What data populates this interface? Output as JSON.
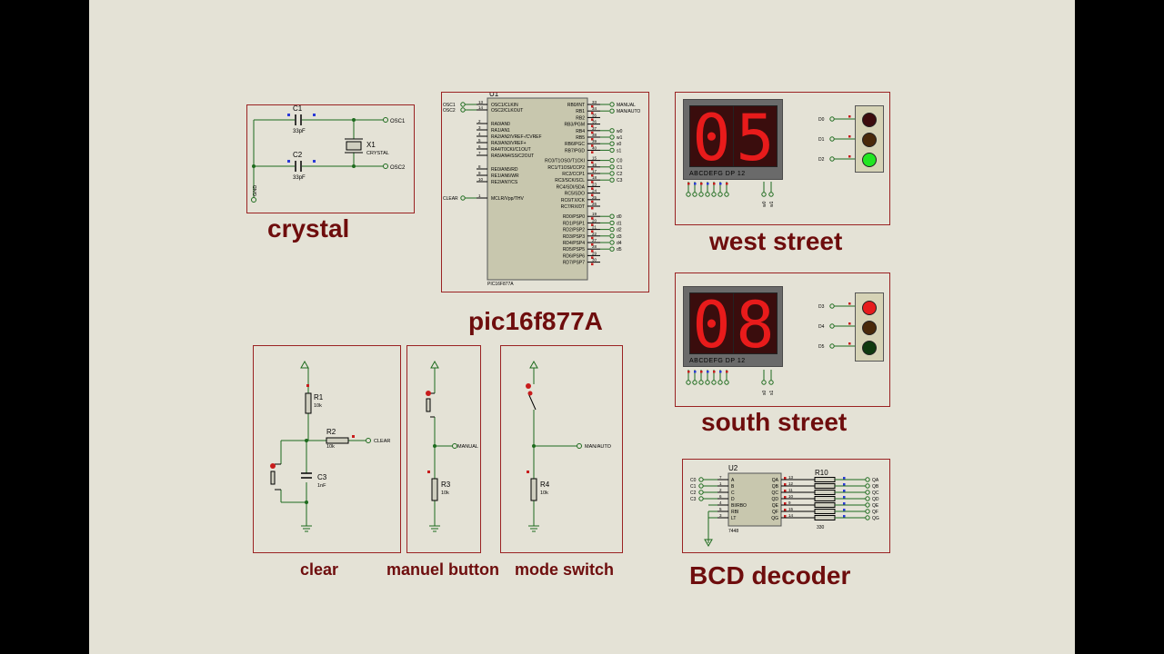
{
  "labels": {
    "crystal": "crystal",
    "pic": "pic16f877A",
    "west": "west street",
    "south": "south street",
    "clear": "clear",
    "manuel": "manuel button",
    "mode": "mode switch",
    "bcd": "BCD decoder"
  },
  "crystal": {
    "c1": "C1",
    "c1_val": "33pF",
    "c2": "C2",
    "c2_val": "33pF",
    "x1": "X1",
    "x1_type": "CRYSTAL",
    "osc1": "OSC1",
    "osc2": "OSC2",
    "gnd": "GND"
  },
  "mcu": {
    "ref": "U1",
    "part": "PIC16F877A",
    "left_pins": [
      {
        "num": "13",
        "name": "OSC1/CLKIN",
        "net": "OSC1"
      },
      {
        "num": "14",
        "name": "OSC2/CLKOUT",
        "net": "OSC2"
      },
      {
        "num": "2",
        "name": "RA0/AN0",
        "net": ""
      },
      {
        "num": "3",
        "name": "RA1/AN1",
        "net": ""
      },
      {
        "num": "4",
        "name": "RA2/AN2/VREF-/CVREF",
        "net": ""
      },
      {
        "num": "5",
        "name": "RA3/AN3/VREF+",
        "net": ""
      },
      {
        "num": "6",
        "name": "RA4/T0CKI/C1OUT",
        "net": ""
      },
      {
        "num": "7",
        "name": "RA5/AN4/SS/C2OUT",
        "net": ""
      },
      {
        "num": "8",
        "name": "RE0/AN5/RD",
        "net": ""
      },
      {
        "num": "9",
        "name": "RE1/AN6/WR",
        "net": ""
      },
      {
        "num": "10",
        "name": "RE2/AN7/CS",
        "net": ""
      },
      {
        "num": "1",
        "name": "MCLR/Vpp/THV",
        "net": "CLEAR"
      }
    ],
    "right_pins": [
      {
        "num": "33",
        "name": "RB0/INT",
        "net": "MANUAL"
      },
      {
        "num": "34",
        "name": "RB1",
        "net": "MAN/AUTO"
      },
      {
        "num": "35",
        "name": "RB2",
        "net": ""
      },
      {
        "num": "36",
        "name": "RB3/PGM",
        "net": ""
      },
      {
        "num": "37",
        "name": "RB4",
        "net": "w0"
      },
      {
        "num": "38",
        "name": "RB5",
        "net": "w1"
      },
      {
        "num": "39",
        "name": "RB6/PGC",
        "net": "s0"
      },
      {
        "num": "40",
        "name": "RB7/PGD",
        "net": "s1"
      },
      {
        "num": "15",
        "name": "RC0/T1OSO/T1CKI",
        "net": "C0"
      },
      {
        "num": "16",
        "name": "RC1/T1OSI/CCP2",
        "net": "C1"
      },
      {
        "num": "17",
        "name": "RC2/CCP1",
        "net": "C2"
      },
      {
        "num": "18",
        "name": "RC3/SCK/SCL",
        "net": "C3"
      },
      {
        "num": "23",
        "name": "RC4/SDI/SDA",
        "net": ""
      },
      {
        "num": "24",
        "name": "RC5/SDO",
        "net": ""
      },
      {
        "num": "25",
        "name": "RC6/TX/CK",
        "net": ""
      },
      {
        "num": "26",
        "name": "RC7/RX/DT",
        "net": ""
      },
      {
        "num": "19",
        "name": "RD0/PSP0",
        "net": "d0"
      },
      {
        "num": "20",
        "name": "RD1/PSP1",
        "net": "d1"
      },
      {
        "num": "21",
        "name": "RD2/PSP2",
        "net": "d2"
      },
      {
        "num": "22",
        "name": "RD3/PSP3",
        "net": "d3"
      },
      {
        "num": "27",
        "name": "RD4/PSP4",
        "net": "d4"
      },
      {
        "num": "28",
        "name": "RD5/PSP5",
        "net": "d5"
      },
      {
        "num": "29",
        "name": "RD6/PSP6",
        "net": ""
      },
      {
        "num": "30",
        "name": "RD7/PSP7",
        "net": ""
      }
    ]
  },
  "west": {
    "digits": "05",
    "pins": "ABCDEFG DP 12",
    "lights": [
      {
        "net": "D0",
        "color": "#3d0d0d"
      },
      {
        "net": "D1",
        "color": "#4a2a0a"
      },
      {
        "net": "D2",
        "color": "#22e622"
      }
    ],
    "sel": [
      "w0",
      "w1"
    ]
  },
  "south": {
    "digits": "08",
    "pins": "ABCDEFG DP 12",
    "lights": [
      {
        "net": "D3",
        "color": "#e61c1c"
      },
      {
        "net": "D4",
        "color": "#4a2a0a"
      },
      {
        "net": "D5",
        "color": "#0f3a0f"
      }
    ],
    "sel": [
      "s0",
      "s1"
    ]
  },
  "clear_circuit": {
    "r1": "R1",
    "r1_val": "10k",
    "r2": "R2",
    "r2_val": "10k",
    "c3": "C3",
    "c3_val": "1nF",
    "net": "CLEAR"
  },
  "manual_circuit": {
    "r3": "R3",
    "r3_val": "10k",
    "net": "MANUAL"
  },
  "mode_circuit": {
    "r4": "R4",
    "r4_val": "10k",
    "net": "MAN/AUTO"
  },
  "decoder": {
    "ref": "U2",
    "part": "7448",
    "inputs": [
      {
        "net": "C0",
        "num": "7",
        "name": "A"
      },
      {
        "net": "C1",
        "num": "1",
        "name": "B"
      },
      {
        "net": "C2",
        "num": "2",
        "name": "C"
      },
      {
        "net": "C3",
        "num": "6",
        "name": "D"
      },
      {
        "net": "",
        "num": "4",
        "name": "BI/RBO"
      },
      {
        "net": "",
        "num": "5",
        "name": "RBI"
      },
      {
        "net": "",
        "num": "3",
        "name": "LT"
      }
    ],
    "outputs": [
      {
        "name": "QA",
        "num": "13",
        "net": "QA"
      },
      {
        "name": "QB",
        "num": "12",
        "net": "QB"
      },
      {
        "name": "QC",
        "num": "11",
        "net": "QC"
      },
      {
        "name": "QD",
        "num": "10",
        "net": "QD"
      },
      {
        "name": "QE",
        "num": "9",
        "net": "QE"
      },
      {
        "name": "QF",
        "num": "15",
        "net": "QF"
      },
      {
        "name": "QG",
        "num": "14",
        "net": "QG"
      }
    ],
    "res_ref": "R10",
    "res_val": "330"
  }
}
